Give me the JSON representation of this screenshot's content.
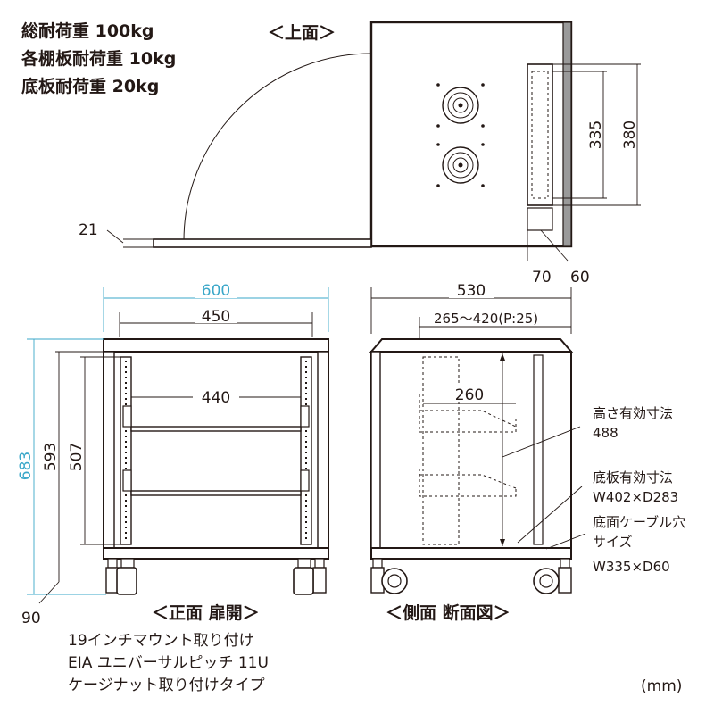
{
  "specs": {
    "total_load": "総耐荷重 100kg",
    "shelf_load": "各棚板耐荷重 10kg",
    "bottom_load": "底板耐荷重 20kg"
  },
  "views": {
    "top": "＜上面＞",
    "front": "＜正面 扉開＞",
    "side": "＜側面 断面図＞"
  },
  "dims": {
    "d21": "21",
    "d335": "335",
    "d380": "380",
    "d70": "70",
    "d60": "60",
    "d600": "600",
    "d450": "450",
    "d440": "440",
    "d683": "683",
    "d593": "593",
    "d507": "507",
    "d90": "90",
    "d530": "530",
    "d265_420": "265～420(P:25)",
    "d260": "260"
  },
  "callouts": {
    "height_label": "高さ有効寸法",
    "height_value": "488",
    "bottom_label": "底板有効寸法",
    "bottom_value": "W402×D283",
    "cable_line1": "底面ケーブル穴",
    "cable_line2": "サイズ",
    "cable_line3": "W335×D60"
  },
  "notes": {
    "line1": "19インチマウント取り付け",
    "line2": "EIA ユニバーサルピッチ 11U",
    "line3": "ケージナット取り付けタイプ"
  },
  "unit": "(mm)",
  "colors": {
    "ink": "#231815",
    "accent": "#3aa7c9",
    "panel": "#9a9a9a"
  }
}
